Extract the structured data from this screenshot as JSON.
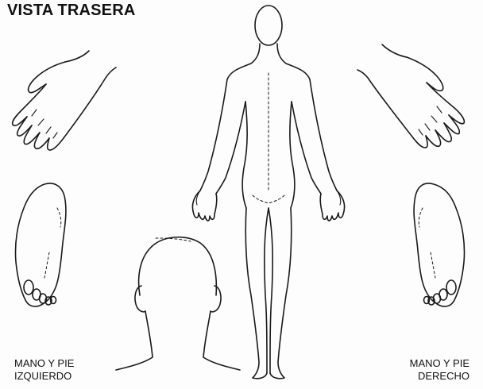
{
  "sheet": {
    "title": "VISTA TRASERA",
    "left_caption": {
      "line1": "MANO Y PIE",
      "line2": "IZQUIERDO"
    },
    "right_caption": {
      "line1": "MANO Y PIE",
      "line2": "DERECHO"
    }
  }
}
